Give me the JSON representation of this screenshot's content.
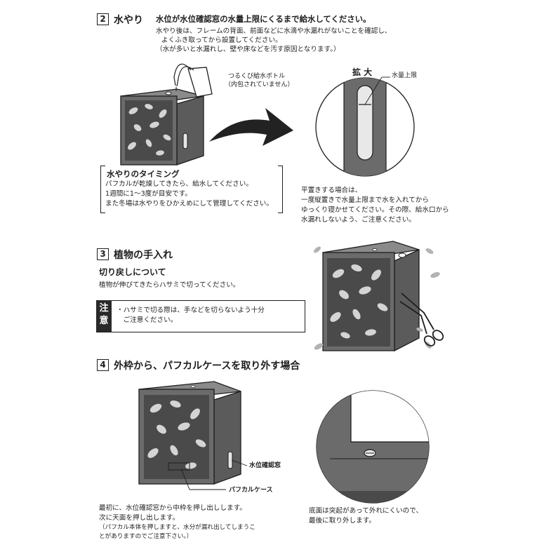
{
  "s2": {
    "num": "2",
    "title": "水やり",
    "lead": "水位が水位確認窓の水量上限にくるまで給水してください。",
    "desc": [
      "水やり後は、フレームの背面、前面などに水滴や水漏れがないことを確認し、",
      "よくふき取ってから設置してください。",
      "（水が多いと水漏れし、壁や床などを汚す原因となります。）"
    ],
    "bottle_label": [
      "つるくび給水ボトル",
      "（内包されていません）"
    ],
    "zoom_label": "拡 大",
    "water_max_label": "水量上限",
    "timing": {
      "title": "水やりのタイミング",
      "lines": [
        "パフカルが乾燥してきたら、給水してください。",
        "1週間に1～3度が目安です。",
        "また冬場は水やりをひかえめにして管理してください。"
      ]
    },
    "flat_note": [
      "平置きする場合は、",
      "一度縦置きで水量上限まで水を入れてから",
      "ゆっくり寝かせてください。その際、給水口から",
      "水漏れしないよう、ご注意ください。"
    ]
  },
  "s3": {
    "num": "3",
    "title": "植物の手入れ",
    "subtitle": "切り戻しについて",
    "text": "植物が伸びてきたらハサミで切ってください。",
    "caution_tag": [
      "注",
      "意"
    ],
    "caution_lines": [
      "・ハサミで切る際は、手などを切らないよう十分",
      "　ご注意ください。"
    ]
  },
  "s4": {
    "num": "4",
    "title": "外枠から、パフカルケースを取り外す場合",
    "window_label": "水位確認窓",
    "case_label": "パフカルケース",
    "left_note": [
      "最初に、水位確認窓から中枠を押し出しします。",
      "次に天面を押し出します。",
      "（パフカル本体を押しますと、水分が漏れ出してしまうこ",
      "とがありますのでご注意下さい。）"
    ],
    "right_note": [
      "底面は突起があって外れにくいので、",
      "最後に取り外します。"
    ]
  },
  "colors": {
    "frame": "#6b6b6b",
    "frame_dark": "#4a4a4a",
    "leaf": "#d4d4d4",
    "ink": "#1e1e1e"
  }
}
